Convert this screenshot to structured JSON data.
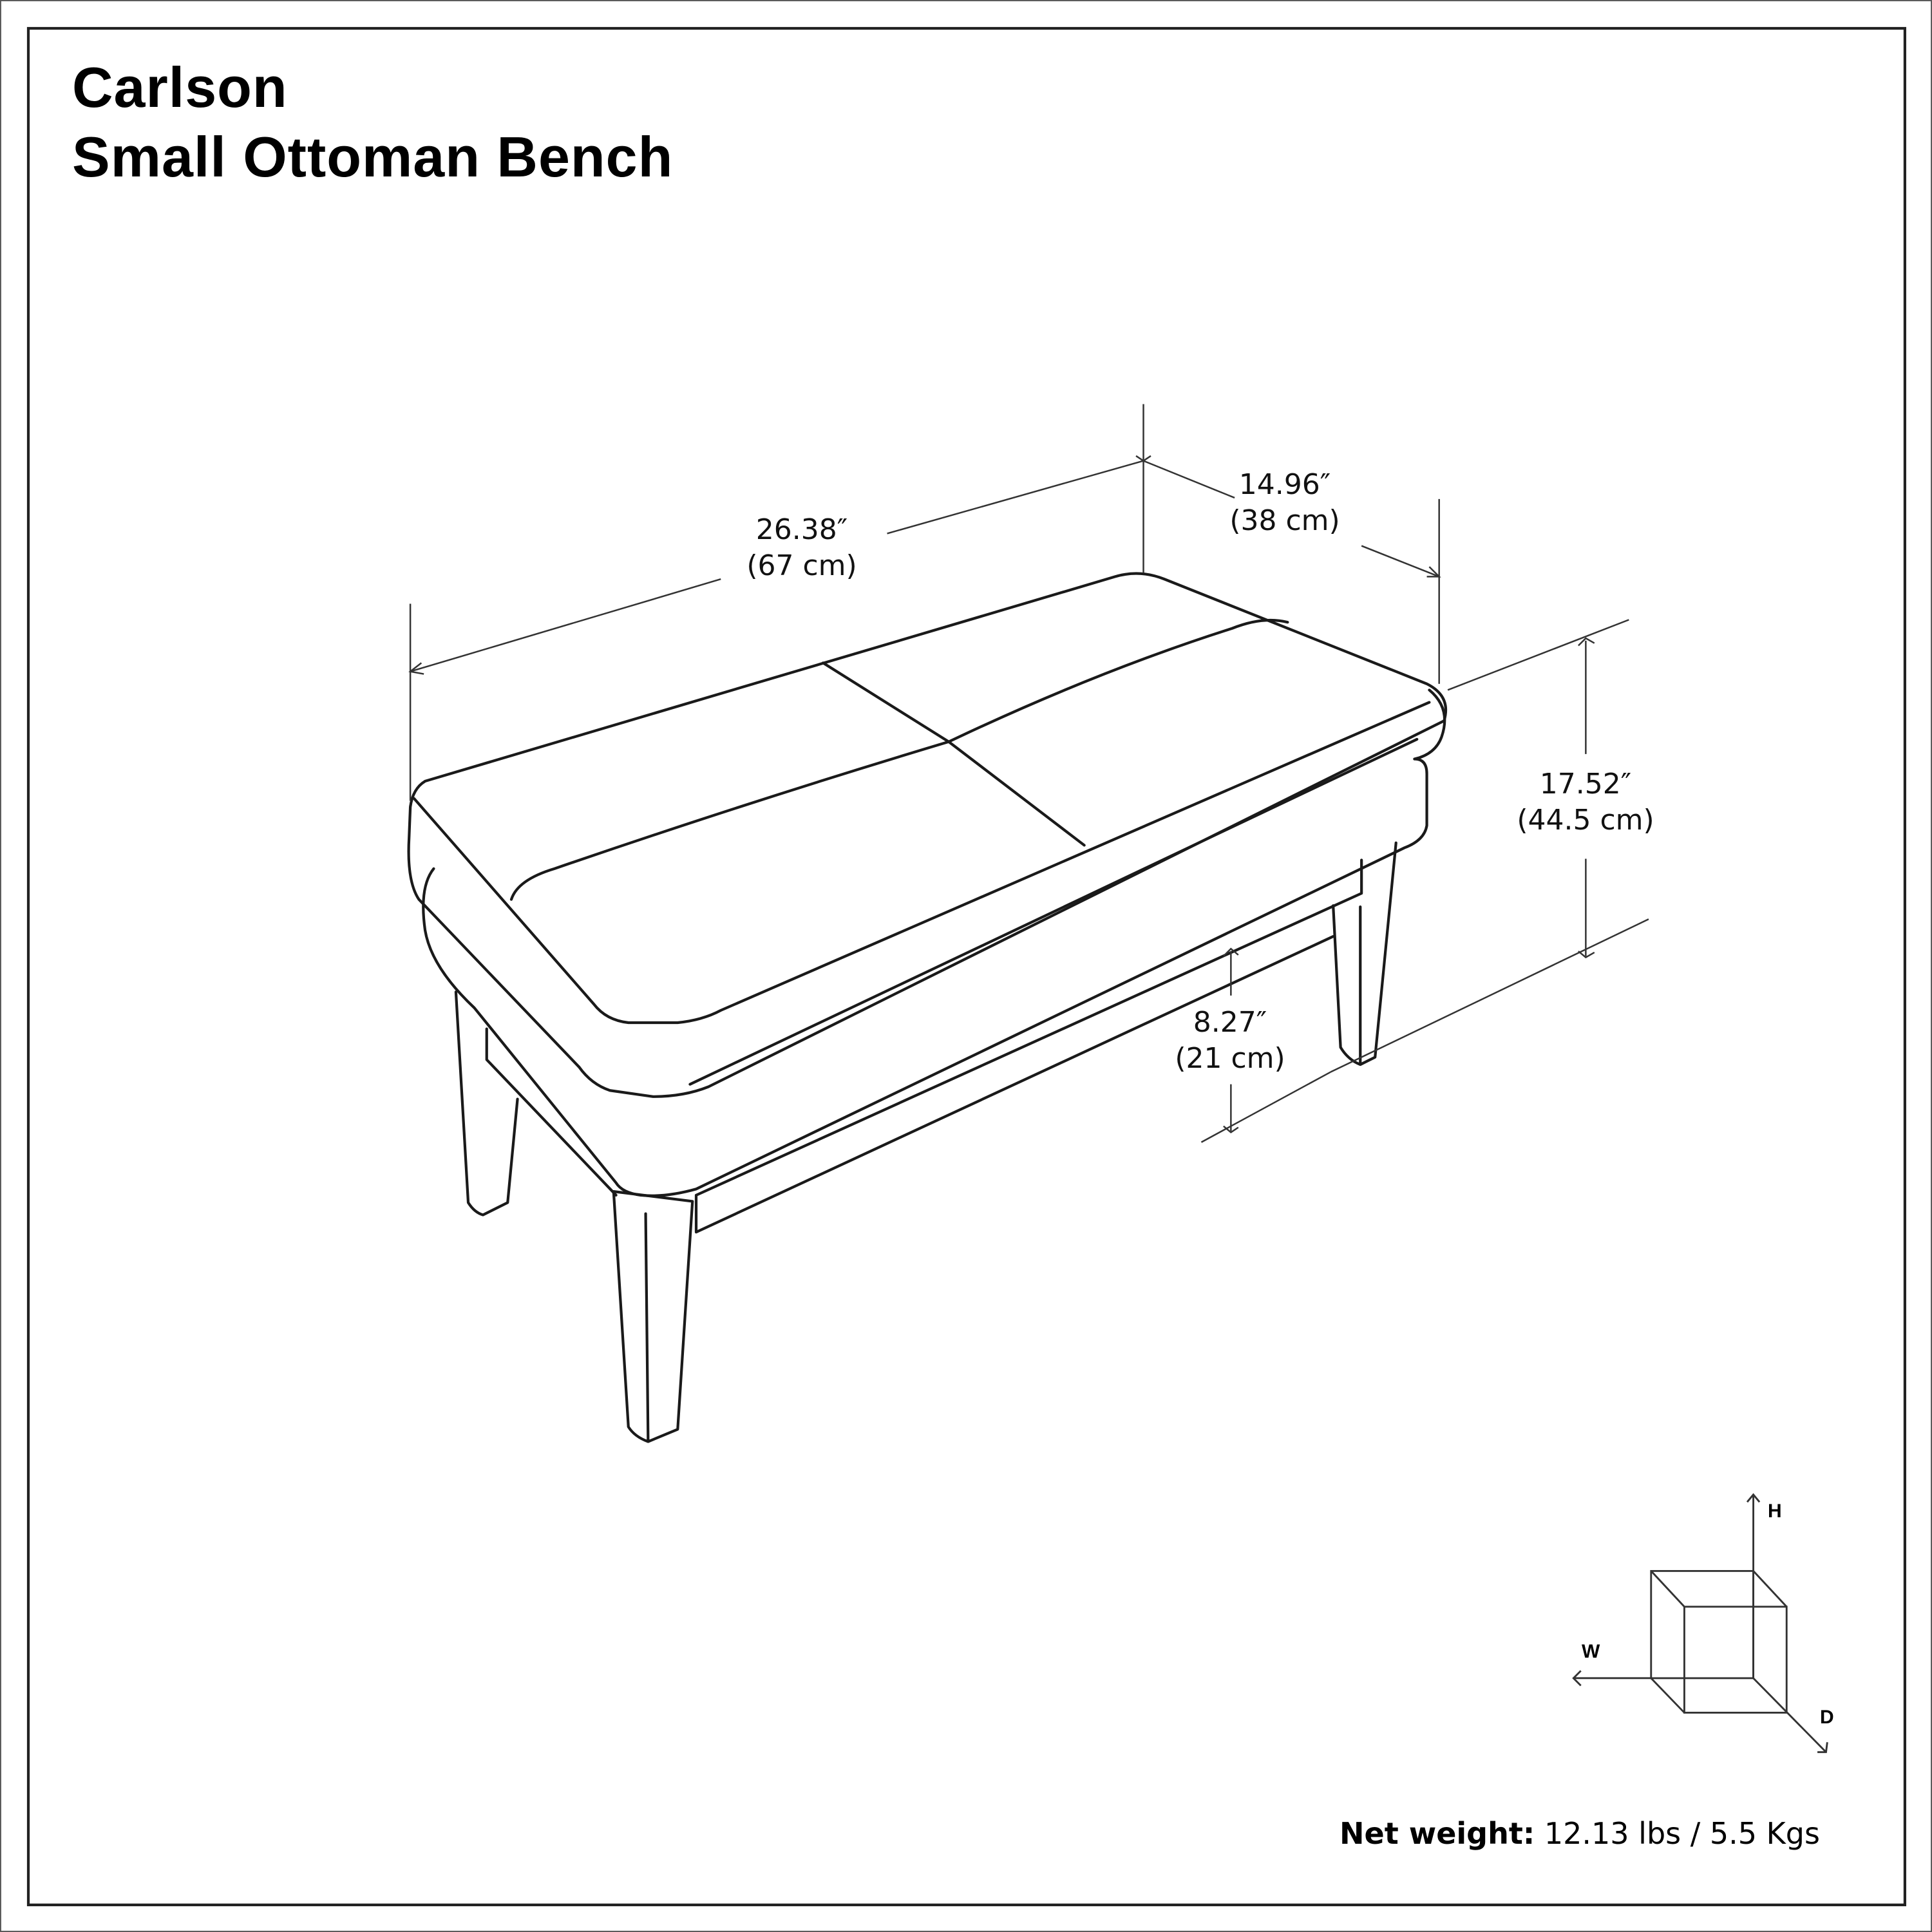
{
  "title": {
    "line1": "Carlson",
    "line2": "Small Ottoman Bench"
  },
  "dimensions": {
    "width": {
      "imperial": "26.38″",
      "metric": "(67 cm)"
    },
    "depth": {
      "imperial": "14.96″",
      "metric": "(38 cm)"
    },
    "height": {
      "imperial": "17.52″",
      "metric": "(44.5 cm)"
    },
    "leg_height": {
      "imperial": "8.27″",
      "metric": "(21 cm)"
    }
  },
  "axes_legend": {
    "h": "H",
    "w": "W",
    "d": "D"
  },
  "net_weight": {
    "label": "Net weight:",
    "value": "12.13 lbs / 5.5 Kgs"
  },
  "colors": {
    "line": "#1a1a1a",
    "background": "#ffffff",
    "frame": "#222222"
  }
}
